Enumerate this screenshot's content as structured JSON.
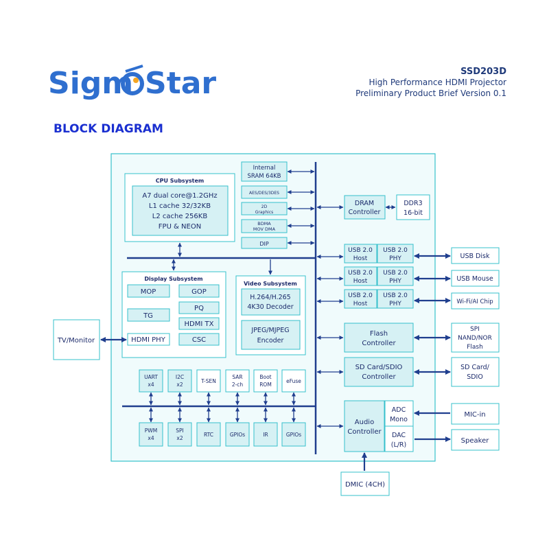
{
  "logo": {
    "part1": "Sigm",
    "part2": "Star"
  },
  "header": {
    "product": "SSD203D",
    "subtitle": "High Performance HDMI Projector",
    "brief": "Preliminary Product Brief Version 0.1"
  },
  "section_title": "BLOCK DIAGRAM",
  "cpu": {
    "title": "CPU Subsystem",
    "lines": [
      "A7 dual core@1.2GHz",
      "L1 cache 32/32KB",
      "L2 cache 256KB",
      "FPU & NEON"
    ]
  },
  "memblocks": {
    "sram": [
      "Internal",
      "SRAM 64KB"
    ],
    "aes": "AES/DES/3DES",
    "g2d": [
      "2D",
      "Graphics"
    ],
    "bdma": [
      "BDMA",
      "MOV DMA"
    ],
    "dip": "DIP"
  },
  "display": {
    "title": "Display Subsystem",
    "mop": "MOP",
    "gop": "GOP",
    "pq": "PQ",
    "tg": "TG",
    "hdmitx": "HDMI TX",
    "hdmiphy": "HDMI PHY",
    "csc": "CSC"
  },
  "video": {
    "title": "Video Subsystem",
    "decoder": [
      "H.264/H.265",
      "4K30 Decoder"
    ],
    "encoder": [
      "JPEG/MJPEG",
      "Encoder"
    ]
  },
  "tv_monitor": "TV/Monitor",
  "dram": {
    "ctrl": [
      "DRAM",
      "Controller"
    ],
    "ddr": [
      "DDR3",
      "16-bit"
    ]
  },
  "usb": [
    {
      "host": [
        "USB 2.0",
        "Host"
      ],
      "phy": [
        "USB 2.0",
        "PHY"
      ],
      "device": "USB Disk"
    },
    {
      "host": [
        "USB 2.0",
        "Host"
      ],
      "phy": [
        "USB 2.0",
        "PHY"
      ],
      "device": "USB Mouse"
    },
    {
      "host": [
        "USB 2.0",
        "Host"
      ],
      "phy": [
        "USB 2.0",
        "PHY"
      ],
      "device": "Wi-Fi/AI Chip"
    }
  ],
  "flash": {
    "ctrl": [
      "Flash",
      "Controller"
    ],
    "device": [
      "SPI",
      "NAND/NOR",
      "Flash"
    ]
  },
  "sd": {
    "ctrl": [
      "SD Card/SDIO",
      "Controller"
    ],
    "device": [
      "SD Card/",
      "SDIO"
    ]
  },
  "audio": {
    "ctrl": [
      "Audio",
      "Controller"
    ],
    "adc": [
      "ADC",
      "Mono"
    ],
    "dac": [
      "DAC",
      "(L/R)"
    ],
    "mic": "MIC-in",
    "speaker": "Speaker",
    "dmic": "DMIC (4CH)"
  },
  "periph_top": [
    {
      "lines": [
        "UART",
        "x4"
      ],
      "white": false
    },
    {
      "lines": [
        "I2C",
        "x2"
      ],
      "white": false
    },
    {
      "lines": [
        "T-SEN"
      ],
      "white": true
    },
    {
      "lines": [
        "SAR",
        "2-ch"
      ],
      "white": true
    },
    {
      "lines": [
        "Boot",
        "ROM"
      ],
      "white": true
    },
    {
      "lines": [
        "eFuse"
      ],
      "white": true
    }
  ],
  "periph_bottom": [
    {
      "lines": [
        "PWM",
        "x4"
      ]
    },
    {
      "lines": [
        "SPI",
        "x2"
      ]
    },
    {
      "lines": [
        "RTC"
      ]
    },
    {
      "lines": [
        "GPIOs"
      ]
    },
    {
      "lines": [
        "IR"
      ]
    },
    {
      "lines": [
        "GPIOs"
      ]
    }
  ],
  "colors": {
    "accent": "#2f6fcf",
    "logo_orange": "#f5a623",
    "fill": "#d6f1f4",
    "stroke": "#35c0cb",
    "line": "#1f3e8e"
  }
}
